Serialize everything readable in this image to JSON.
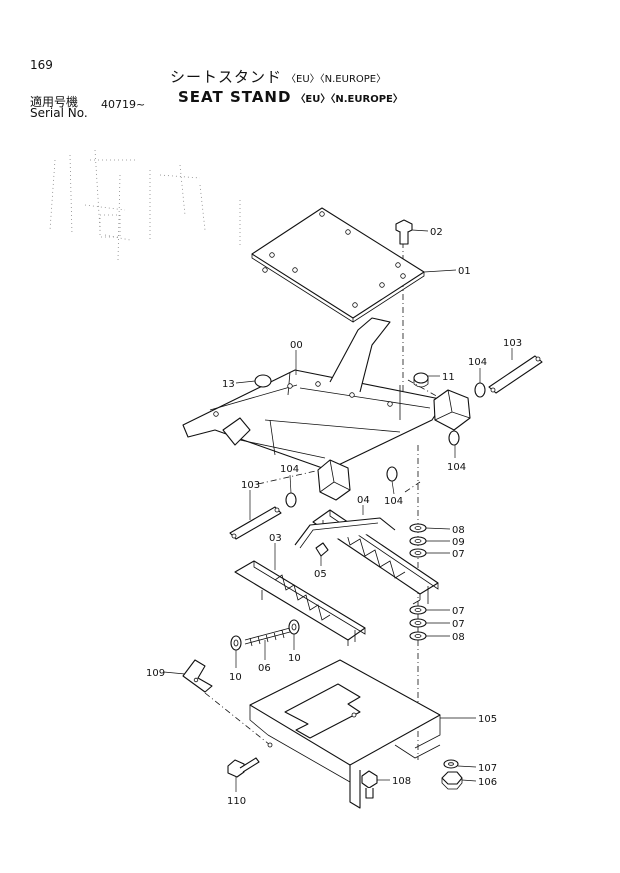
{
  "header": {
    "page_number": "169",
    "title_jp": "シートスタンド",
    "title_en": "SEAT STAND",
    "variant": "〈EU〉〈N.EUROPE〉",
    "serial_label_jp": "適用号機",
    "serial_label_en": "Serial No.",
    "serial_value": "40719~"
  },
  "callouts": {
    "c01": "01",
    "c02": "02",
    "c00": "00",
    "c13": "13",
    "c11": "11",
    "c103a": "103",
    "c103b": "103",
    "c104a": "104",
    "c104b": "104",
    "c104c": "104",
    "c104d": "104",
    "c04": "04",
    "c03": "03",
    "c05": "05",
    "c06": "06",
    "c10a": "10",
    "c10b": "10",
    "c08a": "08",
    "c09": "09",
    "c07a": "07",
    "c07b": "07",
    "c07c": "07",
    "c08b": "08",
    "c109": "109",
    "c105": "105",
    "c107": "107",
    "c106": "106",
    "c108": "108",
    "c110": "110"
  }
}
